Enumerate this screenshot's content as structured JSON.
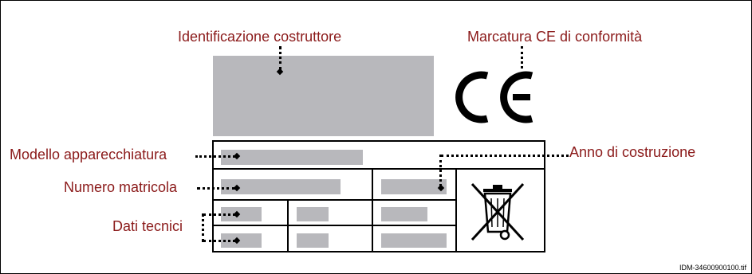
{
  "labels": {
    "manufacturer": "Identificazione costruttore",
    "ce_marking": "Marcatura CE di conformità",
    "model": "Modello apparecchiatura",
    "year": "Anno di costruzione",
    "serial": "Numero matricola",
    "technical": "Dati tecnici"
  },
  "ce_mark": "CE",
  "file_name": "IDM-34600900100.tif",
  "colors": {
    "label_text": "#8b1a1a",
    "placeholder_fill": "#b8b8bc",
    "lines": "#000000"
  },
  "icons": {
    "ce": "ce-mark-icon",
    "weee": "crossed-out-wheelie-bin-icon"
  }
}
